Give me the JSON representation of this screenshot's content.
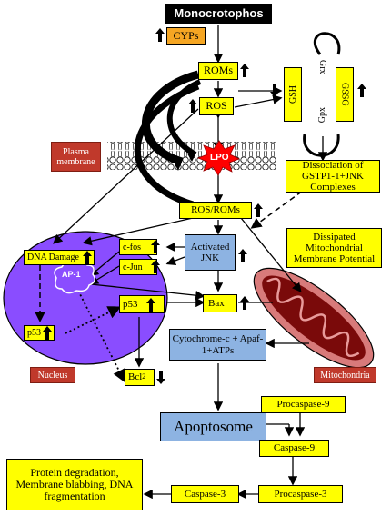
{
  "colors": {
    "yellow": "#ffff00",
    "blue_box": "#8db3e2",
    "red_label": "#c0392b",
    "nucleus": "#8a4dff",
    "mitochondria": "#d87a7a",
    "lpo_star": "#ff0000",
    "black": "#000000"
  },
  "nodes": {
    "monocrotophos": "Monocrotophos",
    "cyps": "CYPs",
    "roms_top": "ROMs",
    "ros": "ROS",
    "lpo": "LPO",
    "plasma_membrane": "Plasma membrane",
    "gsh": "GSH",
    "gssg": "GSSG",
    "grx": "Grx",
    "gpx": "Gpx",
    "dissociation": "Dissociation of GSTP1-1+JNK Complexes",
    "ros_roms": "ROS/ROMs",
    "dissipated": "Dissipated Mitochondrial Membrane Potential",
    "dna_damage": "DNA Damage",
    "ap1": "AP-1",
    "cfos": "c-fos",
    "cjun": "c-Jun",
    "activated_jnk": "Activated JNK",
    "p53_nucleus": "p53",
    "p53": "p53",
    "bax": "Bax",
    "bcl2": "Bcl",
    "bcl2_sub": "2",
    "nucleus": "Nucleus",
    "mitochondria": "Mitochondria",
    "cytochrome": "Cytochrome-c + Apaf-1+ATPs",
    "apoptosome": "Apoptosome",
    "procaspase9": "Procaspase-9",
    "caspase9": "Caspase-9",
    "procaspase3": "Procaspase-3",
    "caspase3": "Caspase-3",
    "outcome": "Protein degradation, Membrane blabbing, DNA fragmentation"
  },
  "icons": [
    "up-arrow-icon",
    "down-arrow-icon",
    "lpo-star-icon",
    "nucleus-shape",
    "mitochondria-shape",
    "membrane-bilayer"
  ]
}
